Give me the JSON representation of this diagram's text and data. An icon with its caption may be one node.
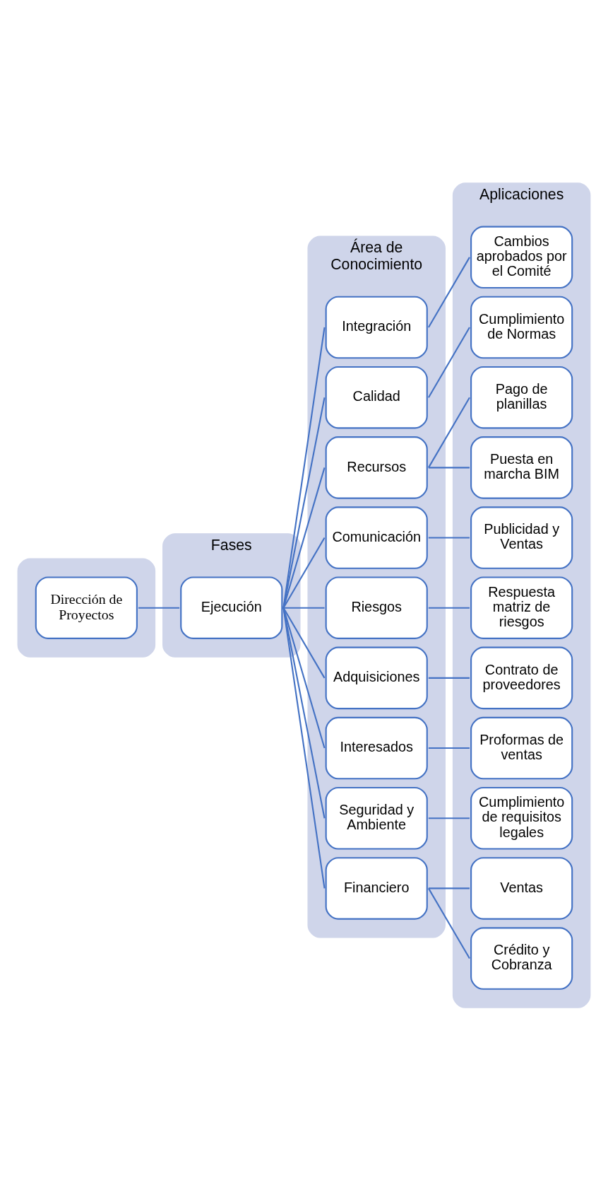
{
  "diagram": {
    "nodes": [
      {
        "text": [],
        "shape": "bar"
      },
      {
        "text": [
          "Fases"
        ]
      },
      {
        "text": [
          "Área de Conocimiento"
        ]
      },
      {
        "text": [
          "Aplicaciones"
        ]
      },
      {
        "text": [
          "Dirección de Proyectos"
        ],
        "in": 0
      },
      {
        "text": [
          "Ejecución"
        ],
        "in": 1
      },
      {
        "text": [
          "Integración"
        ],
        "in": 2
      },
      {
        "text": [
          "Calidad"
        ],
        "in": 2
      },
      {
        "text": [
          "Recursos"
        ],
        "in": 2
      },
      {
        "text": [
          "Comunicación"
        ],
        "in": 2
      },
      {
        "text": [
          "Riesgos"
        ],
        "in": 2
      },
      {
        "text": [
          "Adquisiciones"
        ],
        "in": 2
      },
      {
        "text": [
          "Interesados"
        ],
        "in": 2
      },
      {
        "text": [
          "Seguridad y Ambiente"
        ],
        "in": 2
      },
      {
        "text": [
          "Financiero"
        ],
        "in": 2
      },
      {
        "text": [
          "Cambios aprobados por el Comité"
        ],
        "in": 3
      },
      {
        "text": [
          "Cumplimiento de Normas"
        ],
        "in": 3
      },
      {
        "text": [
          "Pago de planillas"
        ],
        "in": 3
      },
      {
        "text": [
          "Puesta en marcha BIM"
        ],
        "in": 3
      },
      {
        "text": [
          "Publicidad y Ventas"
        ],
        "in": 3
      },
      {
        "text": [
          "Respuesta matriz de riesgos"
        ],
        "in": 3
      },
      {
        "text": [
          "Contrato de proveedores"
        ],
        "in": 3
      },
      {
        "text": [
          "Proformas de ventas"
        ],
        "in": 3
      },
      {
        "text": [
          "Cumplimiento de requisitos legales"
        ],
        "in": 3
      },
      {
        "text": [
          "Ventas"
        ],
        "in": 3
      },
      {
        "text": [
          "Crédito y Cobranza"
        ],
        "in": 3
      }
    ],
    "edges": [
      {
        "from": 4,
        "to": 5,
        "arrow": "none"
      },
      {
        "from": 5,
        "to": 6,
        "arrow": "none"
      },
      {
        "from": 5,
        "to": 7,
        "arrow": "none"
      },
      {
        "from": 5,
        "to": 8,
        "arrow": "none"
      },
      {
        "from": 5,
        "to": 9,
        "arrow": "none"
      },
      {
        "from": 5,
        "to": 10,
        "arrow": "none"
      },
      {
        "from": 5,
        "to": 11,
        "arrow": "none"
      },
      {
        "from": 5,
        "to": 12,
        "arrow": "none"
      },
      {
        "from": 5,
        "to": 13,
        "arrow": "none"
      },
      {
        "from": 5,
        "to": 14,
        "arrow": "none"
      },
      {
        "from": 6,
        "to": 15,
        "arrow": "none"
      },
      {
        "from": 7,
        "to": 16,
        "arrow": "none"
      },
      {
        "from": 8,
        "to": 17,
        "arrow": "none"
      },
      {
        "from": 8,
        "to": 18,
        "arrow": "none"
      },
      {
        "from": 9,
        "to": 19,
        "arrow": "none"
      },
      {
        "from": 10,
        "to": 20,
        "arrow": "none"
      },
      {
        "from": 11,
        "to": 21,
        "arrow": "none"
      },
      {
        "from": 12,
        "to": 22,
        "arrow": "none"
      },
      {
        "from": 13,
        "to": 23,
        "arrow": "none"
      },
      {
        "from": 14,
        "to": 24,
        "arrow": "none"
      },
      {
        "from": 14,
        "to": 25,
        "arrow": "none"
      }
    ]
  }
}
